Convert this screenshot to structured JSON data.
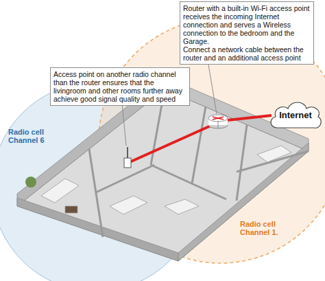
{
  "diagram": {
    "nodes": [
      {
        "text": [
          "Router with a built-in Wi-Fi access point receives the incoming Internet connection and serves a Wireless connection to the bedroom and the Garage.",
          "Connect a network cable between the router and an additional access point"
        ]
      },
      {
        "text": [
          "Access point on another radio channel than the router ensures that the livingroom and other rooms further away achieve good signal quality and speed"
        ]
      },
      {
        "text": [
          "Internet"
        ]
      }
    ],
    "labels": [
      "Radio cell Channel 6",
      "Radio cell Channel 1."
    ]
  }
}
